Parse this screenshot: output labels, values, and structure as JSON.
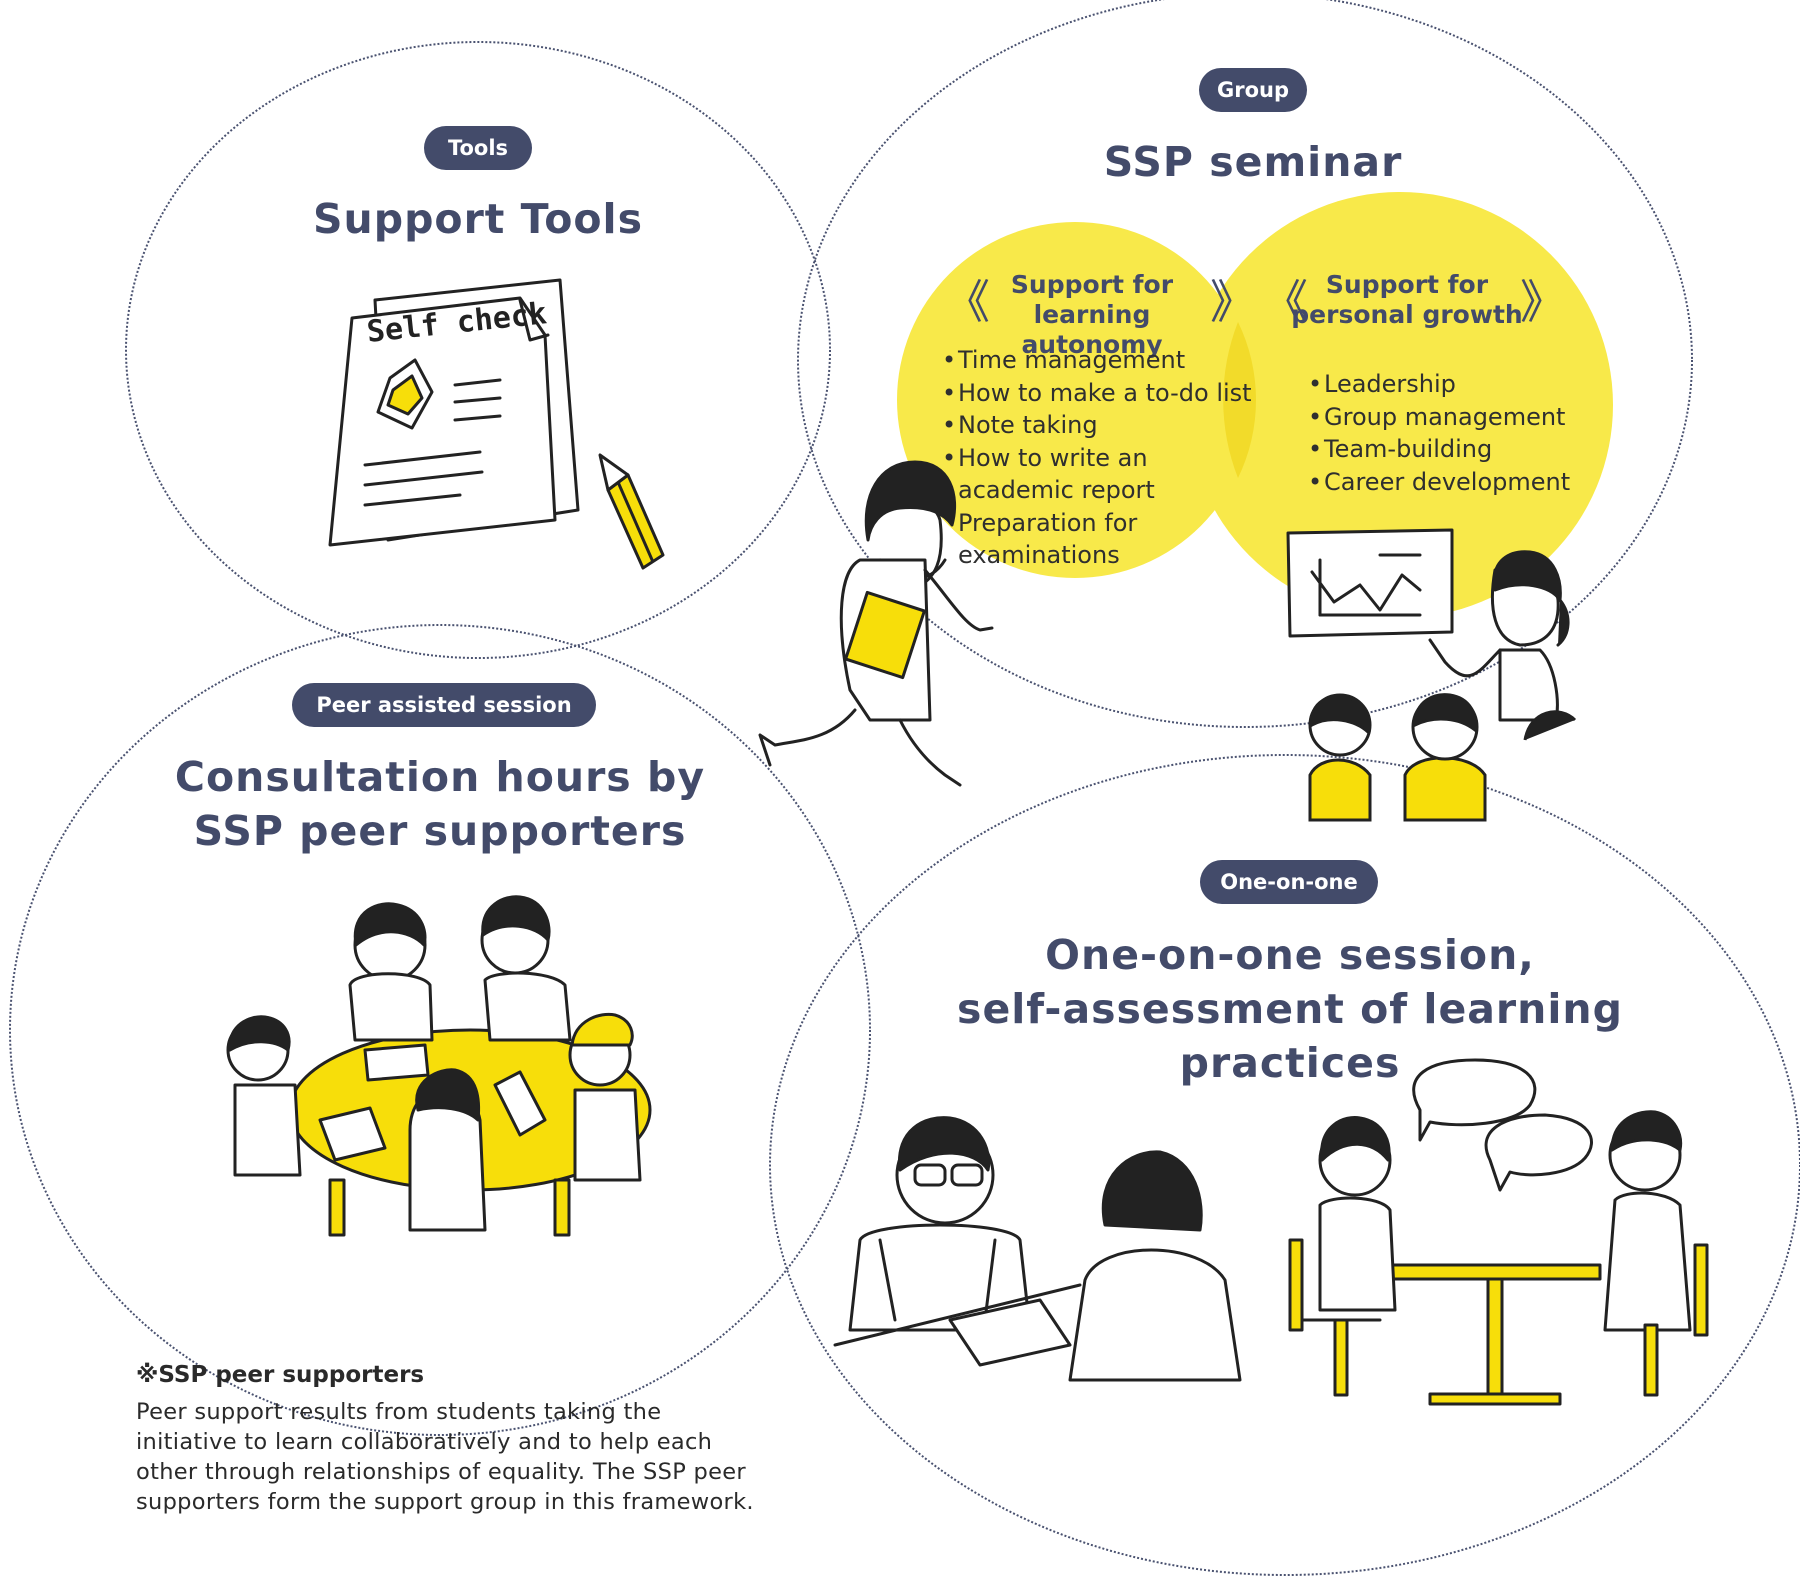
{
  "colors": {
    "navy": "#434b6a",
    "yellow": "#f8e94a",
    "bright_yellow": "#f7de0a",
    "outline": "#4a5270"
  },
  "sections": {
    "tools": {
      "tag": "Tools",
      "title": "Support Tools",
      "illustration_text": "Self check",
      "icons": [
        "document-icon",
        "pencil-icon"
      ]
    },
    "group": {
      "tag": "Group",
      "title": "SSP seminar",
      "left": {
        "heading_line1": "Support for",
        "heading_line2": "learning autonomy",
        "items": [
          "Time management",
          "How to make a to-do list",
          "Note taking",
          "How to write an academic report",
          "Preparation for examinations"
        ]
      },
      "right": {
        "heading_line1": "Support for",
        "heading_line2": "personal growth",
        "items": [
          "Leadership",
          "Group management",
          "Team-building",
          "Career development"
        ]
      }
    },
    "peer": {
      "tag": "Peer assisted session",
      "title_line1": "Consultation hours by",
      "title_line2": "SSP peer supporters"
    },
    "one_on_one": {
      "tag": "One-on-one",
      "title_line1": "One-on-one session,",
      "title_line2": "self-assessment of learning",
      "title_line3": "practices"
    }
  },
  "note": {
    "heading": "※SSP peer supporters",
    "body": "Peer support results from students taking the initiative to learn collaboratively and to help each other through relationships of equality. The SSP peer supporters form the support group in this framework."
  }
}
